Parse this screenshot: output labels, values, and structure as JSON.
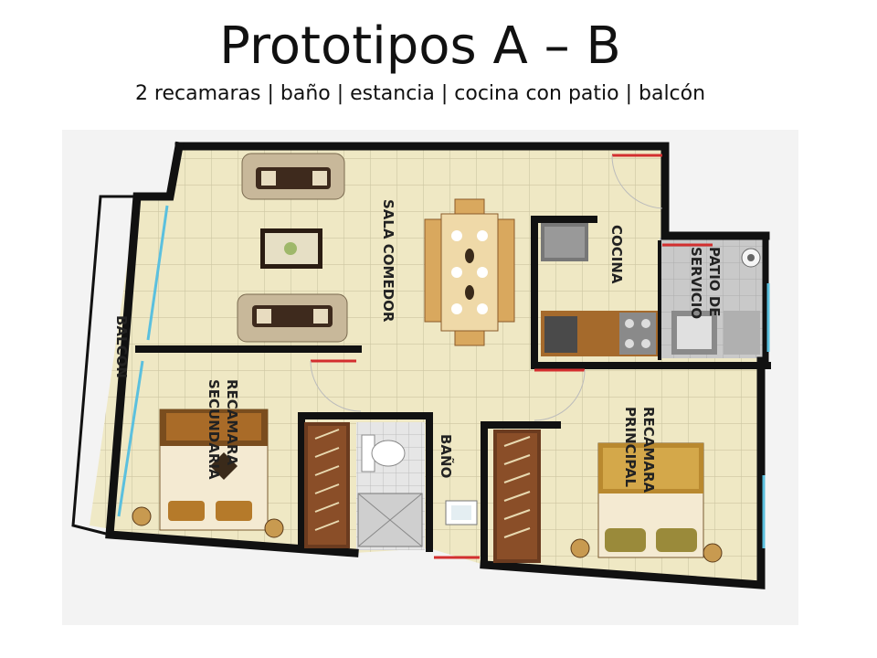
{
  "title": "Prototipos A – B",
  "subtitle": "2 recamaras | baño | estancia | cocina con patio | balcón",
  "rooms": {
    "sala_comedor": "SALA COMEDOR",
    "cocina": "COCINA",
    "patio_line1": "PATIO DE",
    "patio_line2": "SERVICIO",
    "balcon": "BALCON",
    "sec_line1": "RECAMARA",
    "sec_line2": "SECUNDARIA",
    "bano": "BAÑO",
    "prin_line1": "RECAMARA",
    "prin_line2": "PRINCIPAL"
  },
  "colors": {
    "floor": "#efe8c4",
    "tile_line": "#cdc6a2",
    "wall": "#111111",
    "window": "#5bc0de",
    "door": "#d32f2f",
    "wood": "#6b3b1f",
    "patio": "#c9c9c9"
  }
}
